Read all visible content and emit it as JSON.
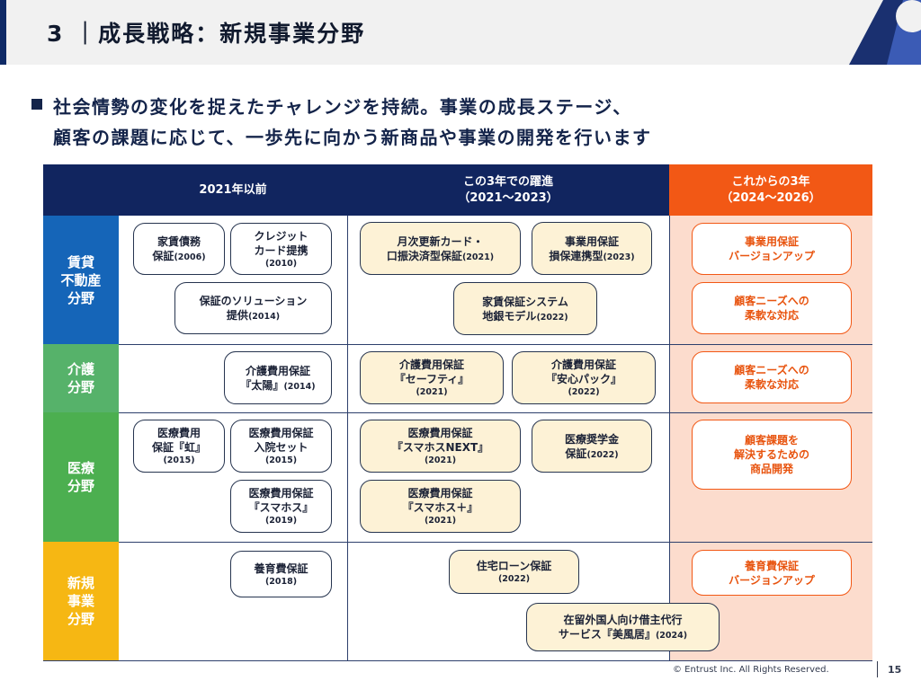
{
  "header": {
    "title": "3 ｜成長戦略：新規事業分野"
  },
  "lead": {
    "line1": "社会情勢の変化を捉えたチャレンジを持続。事業の成長ステージ、",
    "line2": "顧客の課題に応じて、一歩先に向かう新商品や事業の開発を行います"
  },
  "table": {
    "headers": {
      "past": "2021年以前",
      "recent": "この3年での躍進\n（2021～2023）",
      "future": "これからの3年\n（2024～2026）"
    },
    "rows": {
      "rental": "賃貸\n不動産\n分野",
      "care": "介護\n分野",
      "medical": "医療\n分野",
      "new": "新規\n事業\n分野"
    },
    "items": {
      "rent_guarantee": {
        "text": "家賃債務\n保証",
        "year": "(2006)"
      },
      "credit_card": {
        "text": "クレジット\nカード提携",
        "year": "(2010)"
      },
      "solution": {
        "text": "保証のソリューション\n提供",
        "year": "(2014)"
      },
      "monthly_card": {
        "text": "月次更新カード・\n口振決済型保証",
        "year": "(2021)"
      },
      "business_guarantee": {
        "text": "事業用保証\n損保連携型",
        "year": "(2023)"
      },
      "rent_system": {
        "text": "家賃保証システム\n地銀モデル",
        "year": "(2022)"
      },
      "f_business_upgrade": {
        "text": "事業用保証\nバージョンアップ"
      },
      "f_rental_flex": {
        "text": "顧客ニーズへの\n柔軟な対応"
      },
      "care_taiyo": {
        "text": "介護費用保証\n『太陽』",
        "year": "(2014)"
      },
      "care_safety": {
        "text": "介護費用保証\n『セーフティ』",
        "year": "(2021)"
      },
      "care_anshin": {
        "text": "介護費用保証\n『安心パック』",
        "year": "(2022)"
      },
      "f_care_flex": {
        "text": "顧客ニーズへの\n柔軟な対応"
      },
      "med_niji": {
        "text": "医療費用\n保証『虹』",
        "year": "(2015)"
      },
      "med_admission": {
        "text": "医療費用保証\n入院セット",
        "year": "(2015)"
      },
      "med_sumahos": {
        "text": "医療費用保証\n『スマホス』",
        "year": "(2019)"
      },
      "med_next": {
        "text": "医療費用保証\n『スマホスNEXT』",
        "year": "(2021)"
      },
      "med_scholarship": {
        "text": "医療奨学金\n保証",
        "year": "(2022)"
      },
      "med_plus": {
        "text": "医療費用保証\n『スマホス＋』",
        "year": "(2021)"
      },
      "f_med_dev": {
        "text": "顧客課題を\n解決するための\n商品開発"
      },
      "childcare": {
        "text": "養育費保証",
        "year": "(2018)"
      },
      "housing_loan": {
        "text": "住宅ローン保証",
        "year": "(2022)"
      },
      "foreign_resident": {
        "text": "在留外国人向け借主代行\nサービス『美風居』",
        "year": "(2024)"
      },
      "f_childcare_upgrade": {
        "text": "養育費保証\nバージョンアップ"
      }
    }
  },
  "footer": {
    "copyright": "© Entrust Inc. All Rights Reserved.",
    "page": "15"
  },
  "colors": {
    "navy": "#11255f",
    "orange": "#f25815",
    "rental_blue": "#1565b8",
    "care_green": "#56b26a",
    "medical_green": "#4caf50",
    "new_yellow": "#f6b713",
    "future_bg": "#fcdccd",
    "highlight_box": "#fdf2d6"
  }
}
